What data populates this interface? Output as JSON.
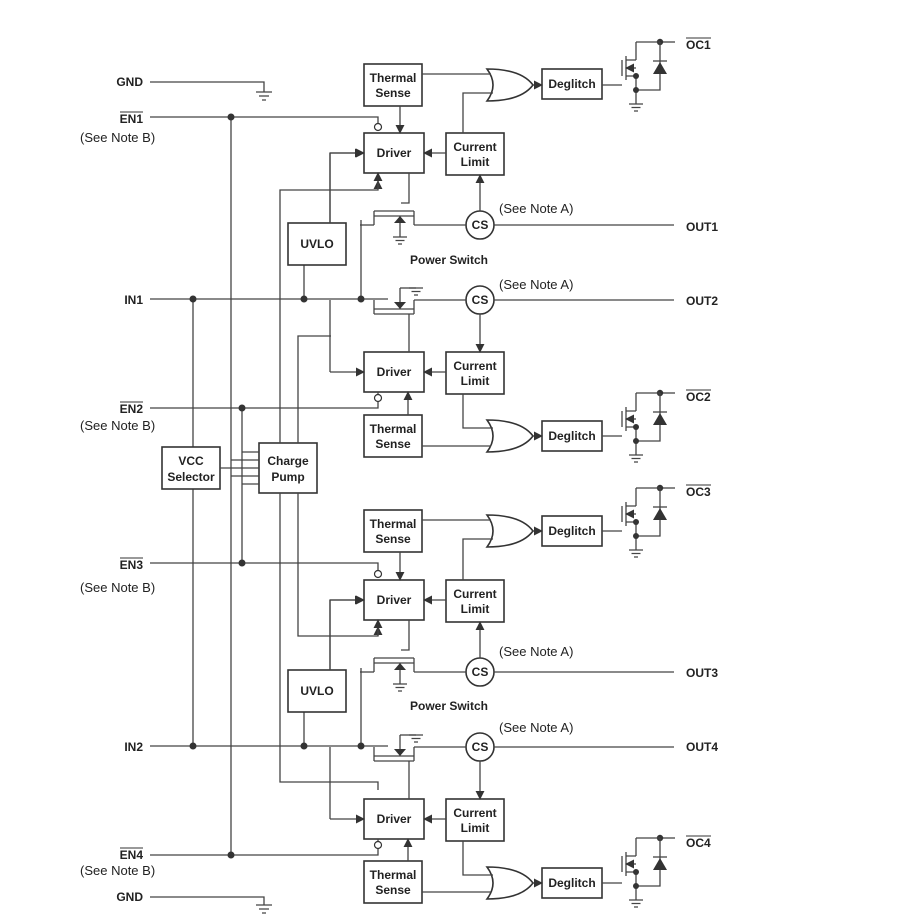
{
  "pins": {
    "gnd": "GND",
    "en1": "EN1",
    "en2": "EN2",
    "en3": "EN3",
    "en4": "EN4",
    "in1": "IN1",
    "in2": "IN2",
    "out1": "OUT1",
    "out2": "OUT2",
    "out3": "OUT3",
    "out4": "OUT4",
    "oc1": "OC1",
    "oc2": "OC2",
    "oc3": "OC3",
    "oc4": "OC4"
  },
  "notes": {
    "note_b": "(See Note B)",
    "note_a": "(See Note A)"
  },
  "blocks": {
    "thermal": [
      "Thermal",
      "Sense"
    ],
    "driver": "Driver",
    "current": [
      "Current",
      "Limit"
    ],
    "deglitch": "Deglitch",
    "uvlo": "UVLO",
    "cs": "CS",
    "power_switch": "Power Switch",
    "vcc": [
      "VCC",
      "Selector"
    ],
    "charge_pump": [
      "Charge",
      "Pump"
    ]
  }
}
